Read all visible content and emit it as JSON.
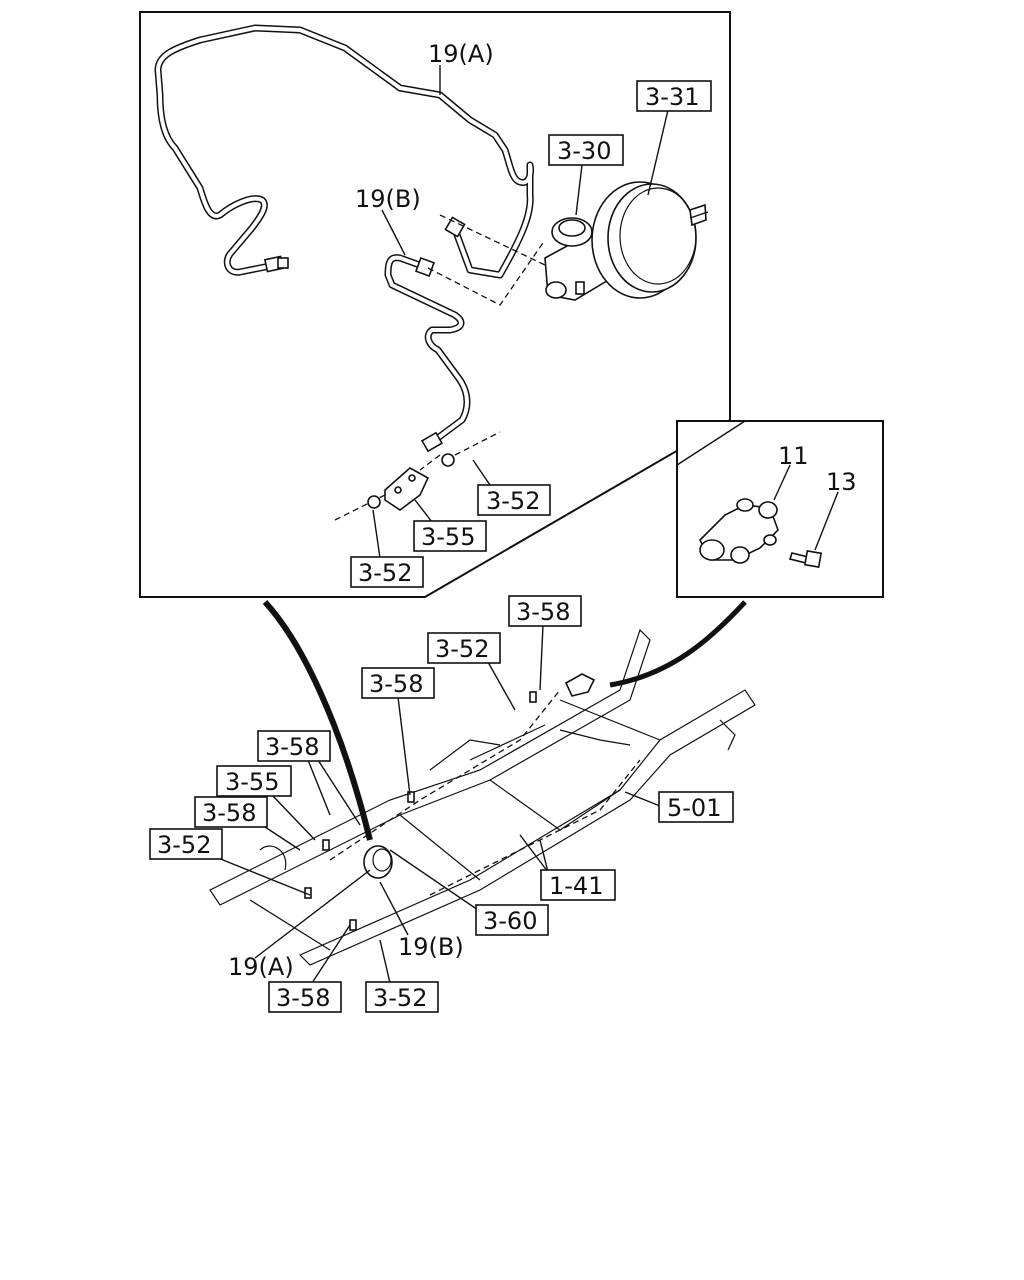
{
  "callouts": {
    "c_19a_top": "19(A)",
    "c_19b_top": "19(B)",
    "c_3_31": "3-31",
    "c_3_30": "3-30",
    "c_3_52_a": "3-52",
    "c_3_55_top": "3-55",
    "c_3_52_b": "3-52",
    "c_11": "11",
    "c_13": "13",
    "c_3_58_a": "3-58",
    "c_3_52_c": "3-52",
    "c_3_58_b": "3-58",
    "c_3_58_c": "3-58",
    "c_3_55_bot": "3-55",
    "c_3_58_d": "3-58",
    "c_3_52_d": "3-52",
    "c_5_01": "5-01",
    "c_1_41": "1-41",
    "c_3_60": "3-60",
    "c_19b_bot": "19(B)",
    "c_19a_bot": "19(A)",
    "c_3_58_e": "3-58",
    "c_3_52_e": "3-52"
  }
}
